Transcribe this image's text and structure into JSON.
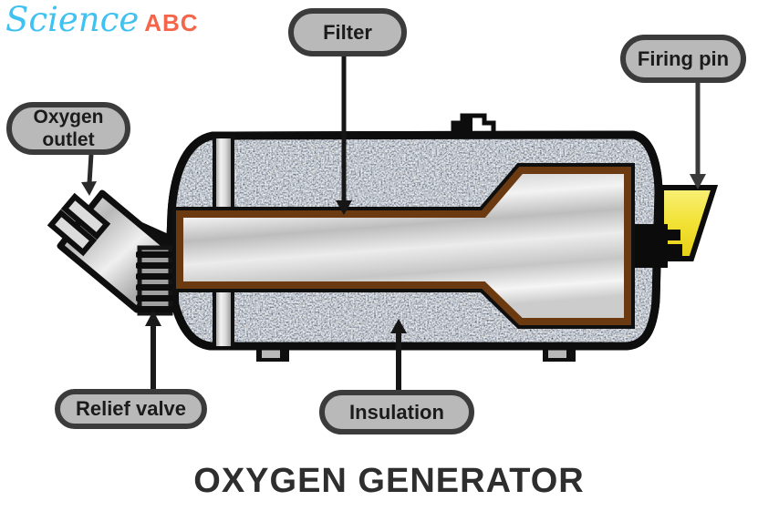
{
  "logo": {
    "science": "Science",
    "abc": "ABC"
  },
  "labels": {
    "filter": "Filter",
    "firing_pin": "Firing pin",
    "oxygen_outlet": "Oxygen outlet",
    "relief_valve": "Relief valve",
    "insulation": "Insulation"
  },
  "title": "OXYGEN GENERATOR",
  "colors": {
    "logo_science_blue": "#3fc1f2",
    "logo_abc_orange": "#f4654a",
    "label_fill": "#b9b9b9",
    "label_border": "#3b3b3b",
    "firing_pin_yellow": "#eedc2e",
    "filter_tube_brown": "#6b3a10",
    "insulation_gray": "#8b919c",
    "outline_black": "#0d0d0d"
  }
}
